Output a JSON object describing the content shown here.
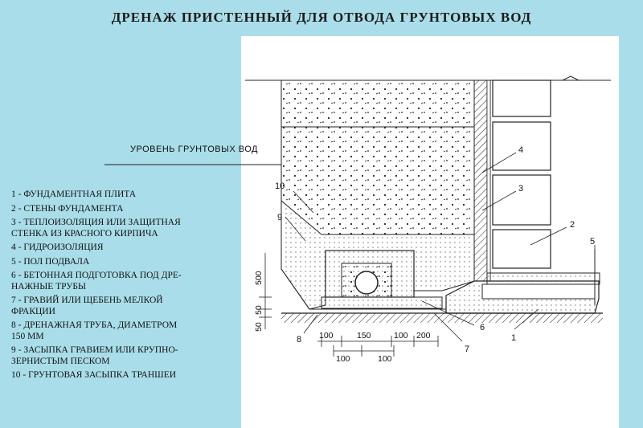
{
  "title": "ДРЕНАЖ ПРИСТЕННЫЙ ДЛЯ ОТВОДА ГРУНТОВЫХ ВОД",
  "ground_water_label": "УРОВЕНЬ ГРУНТОВЫХ ВОД",
  "legend": [
    "1 - ФУНДАМЕНТНАЯ ПЛИТА",
    "2 - СТЕНЫ ФУНДАМЕНТА",
    "3 - ТЕПЛОИЗОЛЯЦИЯ ИЛИ ЗАЩИТНАЯ\nСТЕНКА ИЗ КРАСНОГО КИРПИЧА",
    "4 - ГИДРОИЗОЛЯЦИЯ",
    "5 - ПОЛ ПОДВАЛА",
    "6 - БЕТОННАЯ ПОДГОТОВКА ПОД ДРЕ-\nНАЖНЫЕ ТРУБЫ",
    "7 -  ГРАВИЙ ИЛИ ЩЕБЕНЬ МЕЛКОЙ\nФРАКЦИИ",
    "8 - ДРЕНАЖНАЯ ТРУБА, ДИАМЕТРОМ\n150 ММ",
    "9 - ЗАСЫПКА ГРАВИЕМ ИЛИ КРУПНО-\nЗЕРНИСТЫМ ПЕСКОМ",
    "10 - ГРУНТОВАЯ ЗАСЫПКА ТРАНШЕИ"
  ],
  "callouts": {
    "n1": "1",
    "n2": "2",
    "n3": "3",
    "n4": "4",
    "n5": "5",
    "n6": "6",
    "n7": "7",
    "n8": "8",
    "n9": "9",
    "n10": "10"
  },
  "dimensions": {
    "d500": "500",
    "d50a": "50",
    "d50b": "50",
    "d100a": "100",
    "d150": "150",
    "d100b": "100",
    "d200": "200",
    "d100c": "100",
    "d100d": "100"
  },
  "colors": {
    "background": "#a9dde9",
    "drawing": "#ffffff",
    "ink": "#111111"
  }
}
